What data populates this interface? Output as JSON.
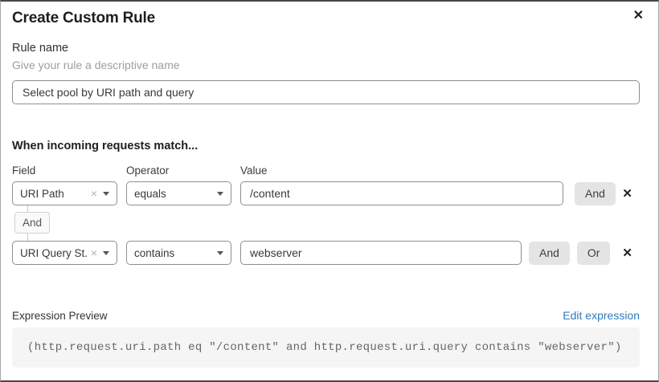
{
  "dialog": {
    "title": "Create Custom Rule"
  },
  "icons": {
    "close_x": "✕",
    "remove_x": "×"
  },
  "rule_name": {
    "label": "Rule name",
    "helper": "Give your rule a descriptive name",
    "value": "Select pool by URI path and query"
  },
  "match": {
    "heading": "When incoming requests match...",
    "columns": {
      "field": "Field",
      "operator": "Operator",
      "value": "Value"
    },
    "connector_label": "And",
    "conditions": [
      {
        "field": "URI Path",
        "operator": "equals",
        "value": "/content",
        "and_label": "And"
      },
      {
        "field": "URI Query St...",
        "operator": "contains",
        "value": "webserver",
        "and_label": "And",
        "or_label": "Or"
      }
    ]
  },
  "expression_preview": {
    "label": "Expression Preview",
    "edit_link": "Edit expression",
    "expression": "(http.request.uri.path eq \"/content\" and http.request.uri.query contains \"webserver\")"
  },
  "colors": {
    "link_blue": "#2f7bbf",
    "button_gray": "#e4e4e4",
    "code_bg": "#f5f5f5",
    "input_border": "#8f8f8f"
  }
}
